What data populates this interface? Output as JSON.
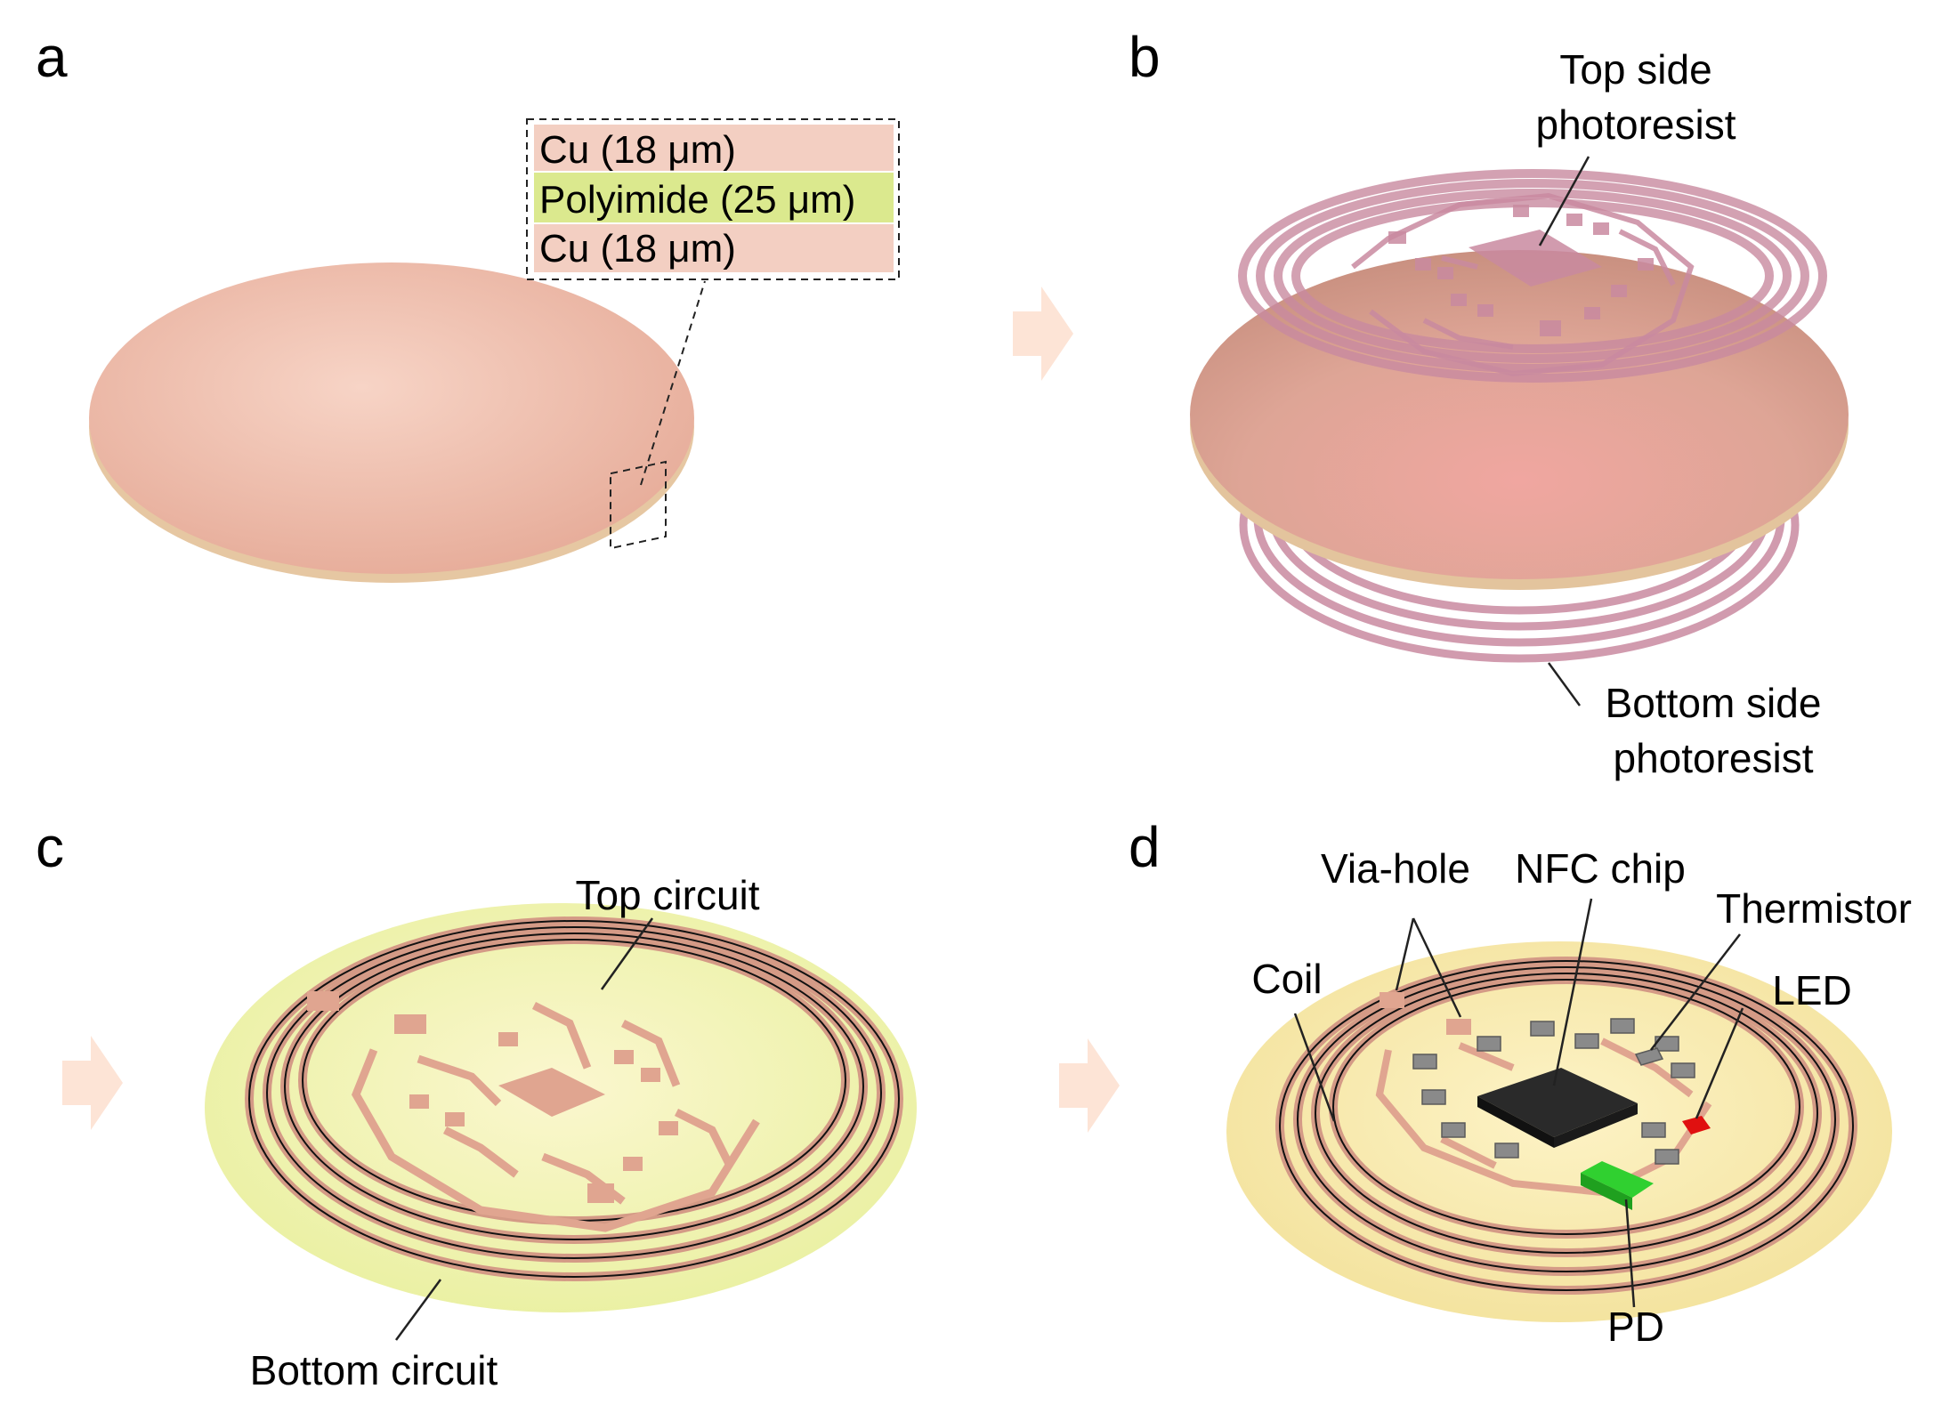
{
  "panels": [
    {
      "id": "a",
      "label": "a"
    },
    {
      "id": "b",
      "label": "b"
    },
    {
      "id": "c",
      "label": "c"
    },
    {
      "id": "d",
      "label": "d"
    }
  ],
  "layer_stack": [
    {
      "text": "Cu (18 μm)",
      "color": "#f3cfc2"
    },
    {
      "text": "Polyimide (25 μm)",
      "color": "#dbe98e"
    },
    {
      "text": "Cu (18 μm)",
      "color": "#f3cfc2"
    }
  ],
  "annotations": {
    "b_top_line1": "Top side",
    "b_top_line2": "photoresist",
    "b_bottom_line1": "Bottom side",
    "b_bottom_line2": "photoresist",
    "c_top": "Top circuit",
    "c_bottom": "Bottom circuit",
    "d_via": "Via-hole",
    "d_nfc": "NFC chip",
    "d_thermistor": "Thermistor",
    "d_led": "LED",
    "d_coil": "Coil",
    "d_pd": "PD"
  },
  "colors": {
    "copper": "#f0c2b0",
    "photoresist": "#c98aa0",
    "polyimide": "#eef3a4",
    "arrow": "#fde4d6",
    "chip": "#2a2a2a",
    "led": "#e01010",
    "pd": "#30d030"
  }
}
